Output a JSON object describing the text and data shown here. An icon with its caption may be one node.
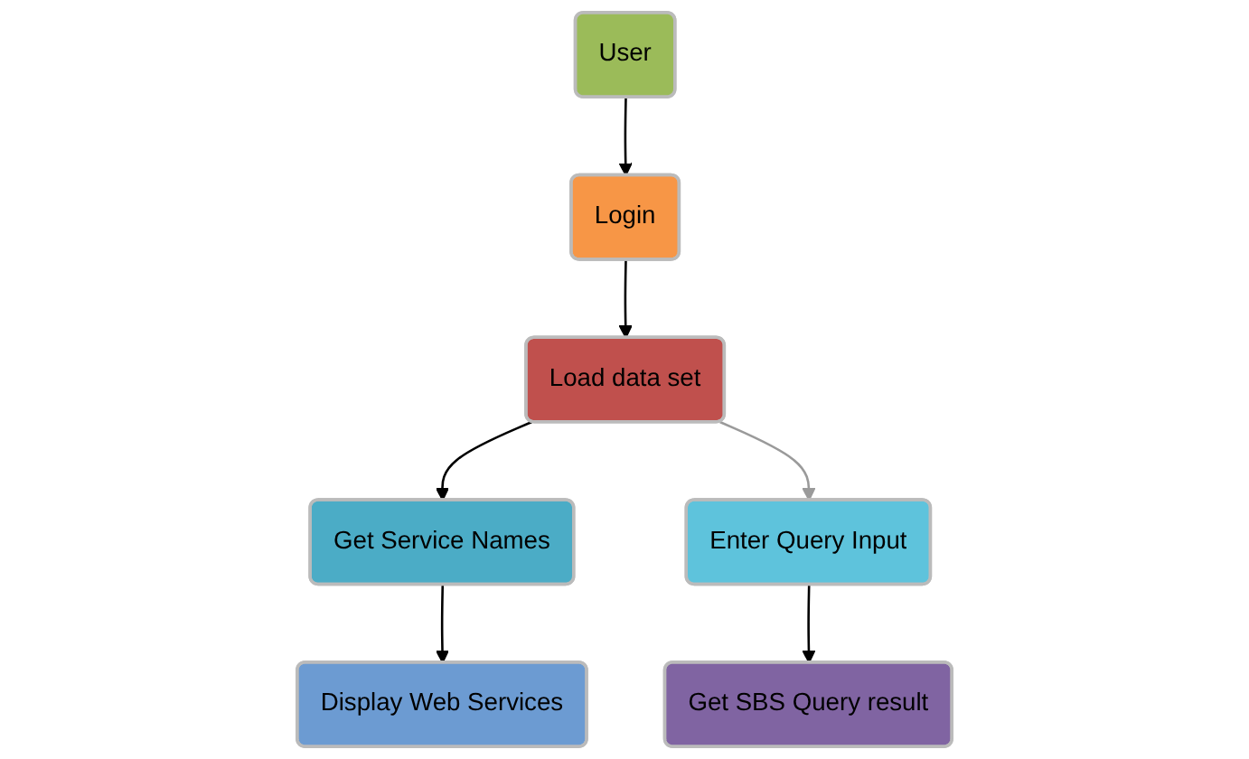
{
  "diagram": {
    "nodes": [
      {
        "text": [
          "User"
        ]
      },
      {
        "text": [
          "Login"
        ]
      },
      {
        "text": [
          "Load data set"
        ]
      },
      {
        "text": [
          "Get Service Names"
        ]
      },
      {
        "text": [
          "Enter Query Input"
        ]
      },
      {
        "text": [
          "Display Web Services"
        ]
      },
      {
        "text": [
          "Get SBS Query result"
        ]
      }
    ],
    "edges": [
      {
        "from": 0,
        "to": 1,
        "arrow": "to"
      },
      {
        "from": 1,
        "to": 2,
        "arrow": "to"
      },
      {
        "from": 2,
        "to": 3,
        "arrow": "to"
      },
      {
        "from": 2,
        "to": 4,
        "arrow": "to",
        "color": "#9a9a9a"
      },
      {
        "from": 3,
        "to": 5,
        "arrow": "to"
      },
      {
        "from": 4,
        "to": 6,
        "arrow": "to"
      }
    ]
  }
}
